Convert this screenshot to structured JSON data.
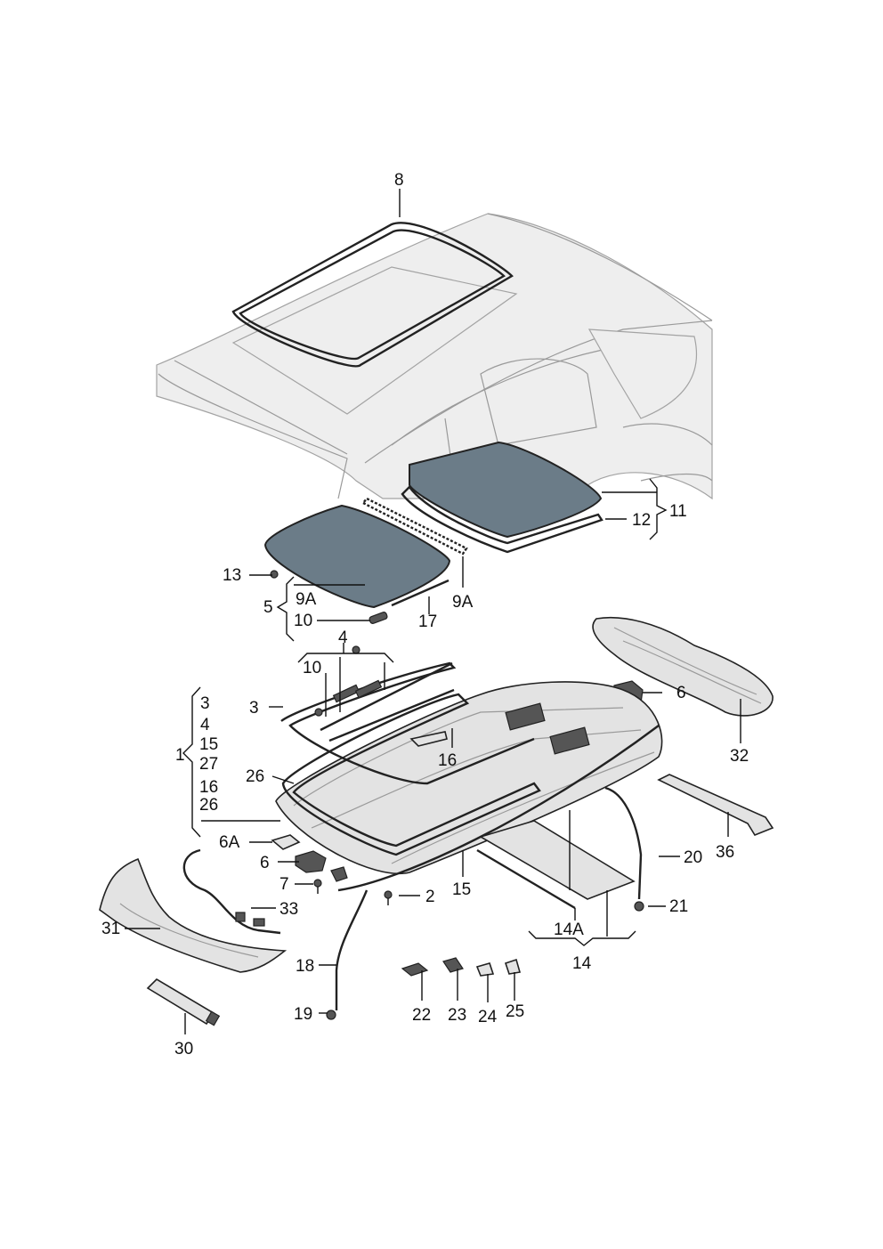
{
  "diagram": {
    "callouts": [
      {
        "id": "c8",
        "text": "8"
      },
      {
        "id": "c11",
        "text": "11"
      },
      {
        "id": "c12",
        "text": "12"
      },
      {
        "id": "c13",
        "text": "13"
      },
      {
        "id": "c9a_left",
        "text": "9A"
      },
      {
        "id": "c9a_right",
        "text": "9A"
      },
      {
        "id": "c5",
        "text": "5"
      },
      {
        "id": "c10_top",
        "text": "10"
      },
      {
        "id": "c17",
        "text": "17"
      },
      {
        "id": "c4_top",
        "text": "4"
      },
      {
        "id": "c10_mid",
        "text": "10"
      },
      {
        "id": "c6_right",
        "text": "6"
      },
      {
        "id": "c32",
        "text": "32"
      },
      {
        "id": "c1",
        "text": "1"
      },
      {
        "id": "g3",
        "text": "3"
      },
      {
        "id": "g4",
        "text": "4"
      },
      {
        "id": "g15",
        "text": "15"
      },
      {
        "id": "g27",
        "text": "27"
      },
      {
        "id": "g16",
        "text": "16"
      },
      {
        "id": "g26",
        "text": "26"
      },
      {
        "id": "c3",
        "text": "3"
      },
      {
        "id": "c16",
        "text": "16"
      },
      {
        "id": "c26",
        "text": "26"
      },
      {
        "id": "c6a",
        "text": "6A"
      },
      {
        "id": "c6_left",
        "text": "6"
      },
      {
        "id": "c7",
        "text": "7"
      },
      {
        "id": "c2",
        "text": "2"
      },
      {
        "id": "c15",
        "text": "15"
      },
      {
        "id": "c20",
        "text": "20"
      },
      {
        "id": "c36",
        "text": "36"
      },
      {
        "id": "c21",
        "text": "21"
      },
      {
        "id": "c33",
        "text": "33"
      },
      {
        "id": "c31",
        "text": "31"
      },
      {
        "id": "c14a",
        "text": "14A"
      },
      {
        "id": "c14",
        "text": "14"
      },
      {
        "id": "c18",
        "text": "18"
      },
      {
        "id": "c19",
        "text": "19"
      },
      {
        "id": "c22",
        "text": "22"
      },
      {
        "id": "c23",
        "text": "23"
      },
      {
        "id": "c24",
        "text": "24"
      },
      {
        "id": "c25",
        "text": "25"
      },
      {
        "id": "c30",
        "text": "30"
      }
    ]
  }
}
